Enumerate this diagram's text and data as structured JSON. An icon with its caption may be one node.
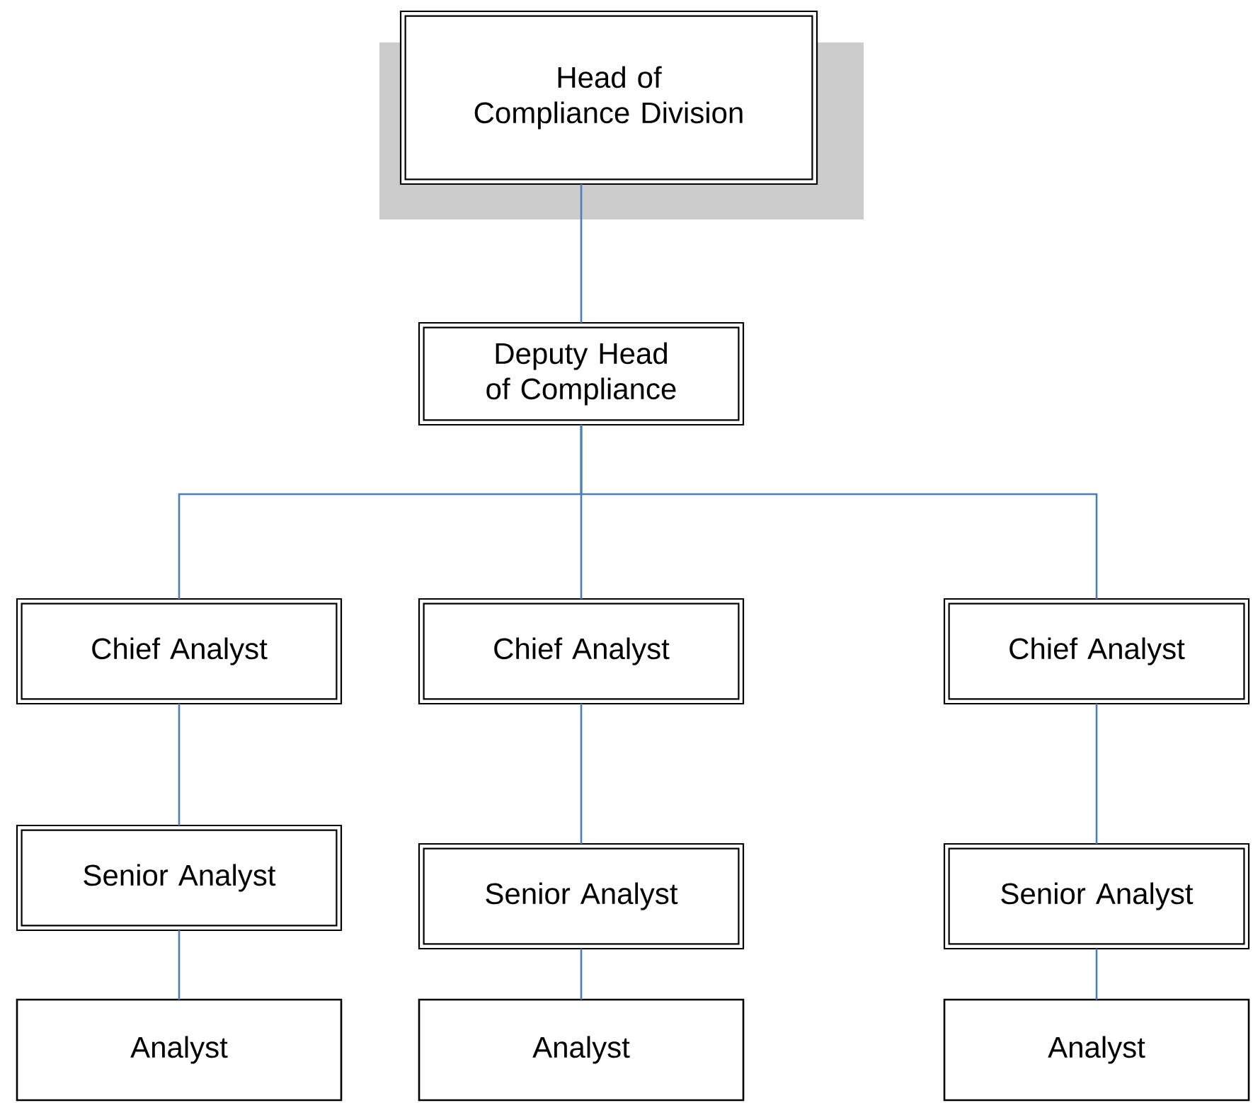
{
  "diagram": {
    "nodes": [
      {
        "text": [
          "Head of Compliance Division"
        ]
      },
      {
        "text": [
          "Deputy Head of Compliance"
        ]
      },
      {
        "text": [
          "Chief Analyst"
        ]
      },
      {
        "text": [
          "Chief Analyst"
        ]
      },
      {
        "text": [
          "Chief Analyst"
        ]
      },
      {
        "text": [
          "Senior Analyst"
        ]
      },
      {
        "text": [
          "Senior Analyst"
        ]
      },
      {
        "text": [
          "Senior Analyst"
        ]
      },
      {
        "text": [
          "Analyst"
        ]
      },
      {
        "text": [
          "Analyst"
        ]
      },
      {
        "text": [
          "Analyst"
        ]
      }
    ],
    "edges": [
      {
        "from": 0,
        "to": 1,
        "arrow": "none"
      },
      {
        "from": 1,
        "to": 2,
        "arrow": "none"
      },
      {
        "from": 1,
        "to": 3,
        "arrow": "none"
      },
      {
        "from": 1,
        "to": 4,
        "arrow": "none"
      },
      {
        "from": 2,
        "to": 5,
        "arrow": "none"
      },
      {
        "from": 3,
        "to": 6,
        "arrow": "none"
      },
      {
        "from": 4,
        "to": 7,
        "arrow": "none"
      },
      {
        "from": 5,
        "to": 8,
        "arrow": "none"
      },
      {
        "from": 6,
        "to": 9,
        "arrow": "none"
      },
      {
        "from": 7,
        "to": 10,
        "arrow": "none"
      }
    ]
  }
}
